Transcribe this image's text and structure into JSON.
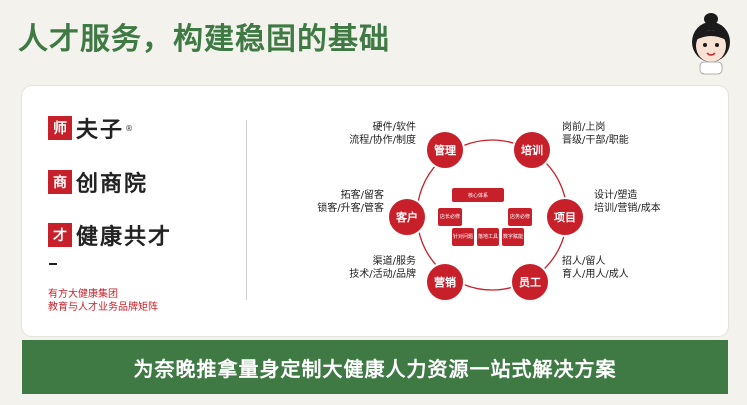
{
  "page": {
    "title": "人才服务，构建稳固的基础"
  },
  "brands": [
    {
      "seal": "师",
      "name": "夫子",
      "mark": "®"
    },
    {
      "seal": "商",
      "name": "创商院"
    },
    {
      "seal": "才",
      "name": "健康共才"
    }
  ],
  "group_caption": [
    "有方大健康集团",
    "教育与人才业务品牌矩阵"
  ],
  "hub": {
    "nodes": {
      "guanli": "管理",
      "peixun": "培训",
      "xiangmu": "项目",
      "yuangong": "员工",
      "yingxiao": "营销",
      "kehu": "客户"
    },
    "center": {
      "top": "核心体系",
      "left": "店长必修",
      "right": "店务必修",
      "b1": "针对问题",
      "b2": "落地工具",
      "b3": "数字赋能"
    }
  },
  "descriptions": {
    "guanli": [
      "硬件/软件",
      "流程/协作/制度"
    ],
    "peixun": [
      "岗前/上岗",
      "晋级/干部/职能"
    ],
    "kehu": [
      "拓客/留客",
      "锁客/升客/管客"
    ],
    "xiangmu": [
      "设计/塑造",
      "培训/营销/成本"
    ],
    "yingxiao": [
      "渠道/服务",
      "技术/活动/品牌"
    ],
    "yuangong": [
      "招人/留人",
      "育人/用人/成人"
    ]
  },
  "banner": "为奈晚推拿量身定制大健康人力资源一站式解决方案",
  "colors": {
    "green": "#3f7a45",
    "red": "#c8202a",
    "background": "#f3f2ec"
  }
}
